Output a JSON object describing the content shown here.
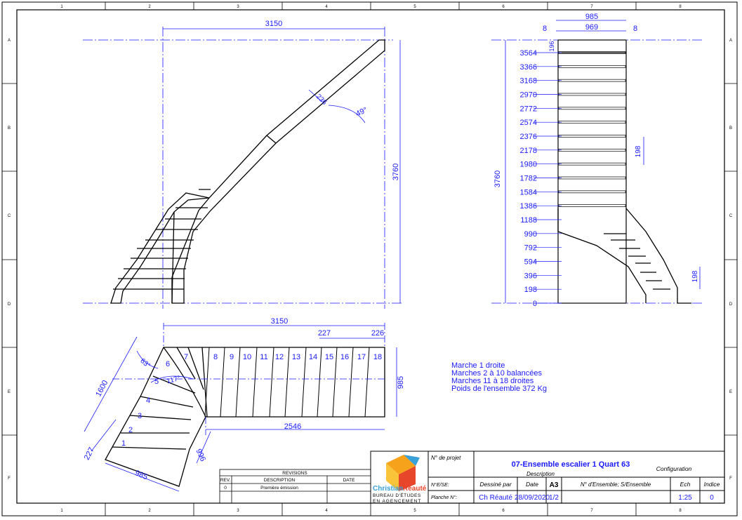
{
  "grid": {
    "cols": [
      "1",
      "2",
      "3",
      "4",
      "5",
      "6",
      "7",
      "8"
    ],
    "rows": [
      "A",
      "B",
      "C",
      "D",
      "E",
      "F"
    ]
  },
  "elevation": {
    "width": "3150",
    "height": "3760",
    "angle": "49°",
    "thickness": "236"
  },
  "side_view": {
    "total_width": "985",
    "inner_width": "969",
    "left_offset": "8",
    "right_offset": "8",
    "top_gap": "196",
    "height": "3760",
    "levels": [
      "3564",
      "3366",
      "3168",
      "2970",
      "2772",
      "2574",
      "2376",
      "2178",
      "1980",
      "1782",
      "1584",
      "1386",
      "1188",
      "990",
      "792",
      "594",
      "396",
      "198",
      "0"
    ],
    "riser": "198",
    "riser_bottom": "198"
  },
  "plan": {
    "length": "3150",
    "tread": "227",
    "last_tread": "226",
    "width": "985",
    "straight_run": "2546",
    "diag_length": "1600",
    "diag_width": "985",
    "diag_tread": "227",
    "diag_996": "996",
    "angle_63": "63°",
    "angle_117": "117°",
    "steps": [
      "1",
      "2",
      "3",
      "4",
      "5",
      "6",
      "7",
      "8",
      "9",
      "10",
      "11",
      "12",
      "13",
      "14",
      "15",
      "16",
      "17",
      "18"
    ]
  },
  "notes": [
    "Marche 1 droite",
    "Marches 2 à 10 balancées",
    "Marches 11 à 18 droites",
    "Poids de l'ensemble 372 Kg"
  ],
  "revisions": {
    "title": "REVISIONS",
    "headers": [
      "REV.",
      "DESCRIPTION",
      "DATE"
    ],
    "rows": [
      {
        "rev": "0",
        "description": "Première émission",
        "date": ""
      }
    ]
  },
  "titleblock": {
    "company_name_1": "Christian",
    "company_name_2": "Réauté",
    "company_line_1": "BUREAU D'ÉTUDES",
    "company_line_2": "EN AGENCEMENT",
    "project_label": "N° de projet",
    "title": "07-Ensemble escalier 1 Quart 63",
    "description_label": "Description",
    "configuration_label": "Configuration",
    "ne_se_label": "N°E/SE:",
    "planche_label": "Planche N°:",
    "drawn_by_label": "Dessiné par",
    "drawn_by": "Ch Réauté",
    "date_label": "Date",
    "date": "28/09/2020",
    "format": "A3",
    "sheet": "1/2",
    "assembly_label": "N° d'Ensemble; S/Ensemble",
    "scale_label": "Ech",
    "scale": "1:25",
    "index_label": "Indice",
    "index": "0"
  },
  "colors": {
    "dim": "#1a1aff",
    "line": "#000000",
    "logo_red": "#e8462a",
    "logo_orange": "#f6a21a",
    "logo_blue": "#3aa0d8"
  }
}
